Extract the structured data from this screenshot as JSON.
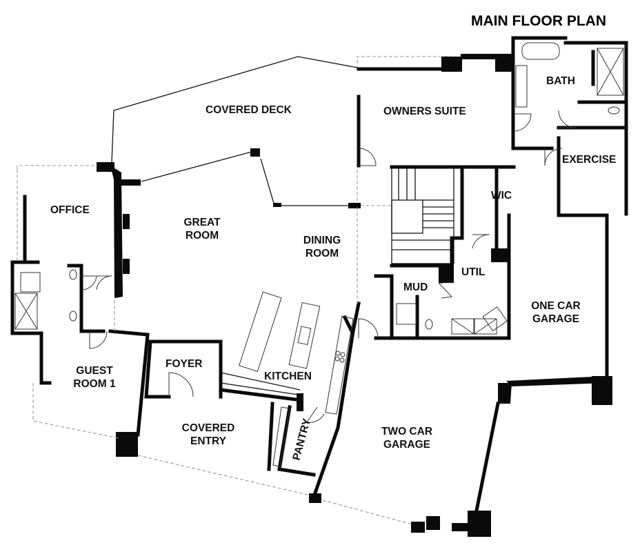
{
  "title": "MAIN FLOOR PLAN",
  "rooms": {
    "covered_deck": "COVERED DECK",
    "owners_suite": "OWNERS SUITE",
    "bath": "BATH",
    "exercise": "EXERCISE",
    "wic": "WIC",
    "office": "OFFICE",
    "great_room": [
      "GREAT",
      "ROOM"
    ],
    "dining_room": [
      "DINING",
      "ROOM"
    ],
    "util": "UTIL",
    "mud": "MUD",
    "one_car_garage": [
      "ONE CAR",
      "GARAGE"
    ],
    "guest_room": [
      "GUEST",
      "ROOM 1"
    ],
    "foyer": "FOYER",
    "kitchen": "KITCHEN",
    "covered_entry": [
      "COVERED",
      "ENTRY"
    ],
    "pantry": "PANTRY",
    "two_car_garage": [
      "TWO CAR",
      "GARAGE"
    ]
  }
}
